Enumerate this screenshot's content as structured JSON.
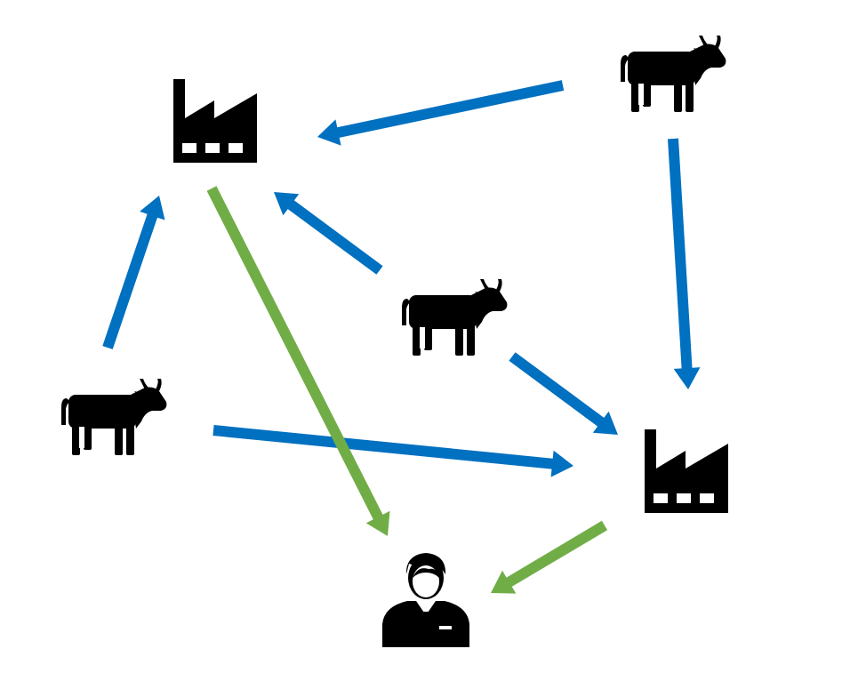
{
  "colors": {
    "background": "#ffffff",
    "icon": "#000000",
    "supply_arrow": "#0070C0",
    "delivery_arrow": "#70AD47"
  },
  "nodes": [
    {
      "id": "factory-1",
      "icon": "factory-icon"
    },
    {
      "id": "factory-2",
      "icon": "factory-icon"
    },
    {
      "id": "cow-1",
      "icon": "cow-icon"
    },
    {
      "id": "cow-2",
      "icon": "cow-icon"
    },
    {
      "id": "cow-3",
      "icon": "cow-icon"
    },
    {
      "id": "person-1",
      "icon": "person-icon"
    }
  ],
  "edges": [
    {
      "from": "cow-1",
      "to": "factory-1",
      "kind": "supply"
    },
    {
      "from": "cow-1",
      "to": "factory-2",
      "kind": "supply"
    },
    {
      "from": "cow-2",
      "to": "factory-1",
      "kind": "supply"
    },
    {
      "from": "cow-2",
      "to": "factory-2",
      "kind": "supply"
    },
    {
      "from": "cow-3",
      "to": "factory-1",
      "kind": "supply"
    },
    {
      "from": "cow-3",
      "to": "factory-2",
      "kind": "supply"
    },
    {
      "from": "factory-1",
      "to": "person-1",
      "kind": "delivery"
    },
    {
      "from": "factory-2",
      "to": "person-1",
      "kind": "delivery"
    }
  ]
}
